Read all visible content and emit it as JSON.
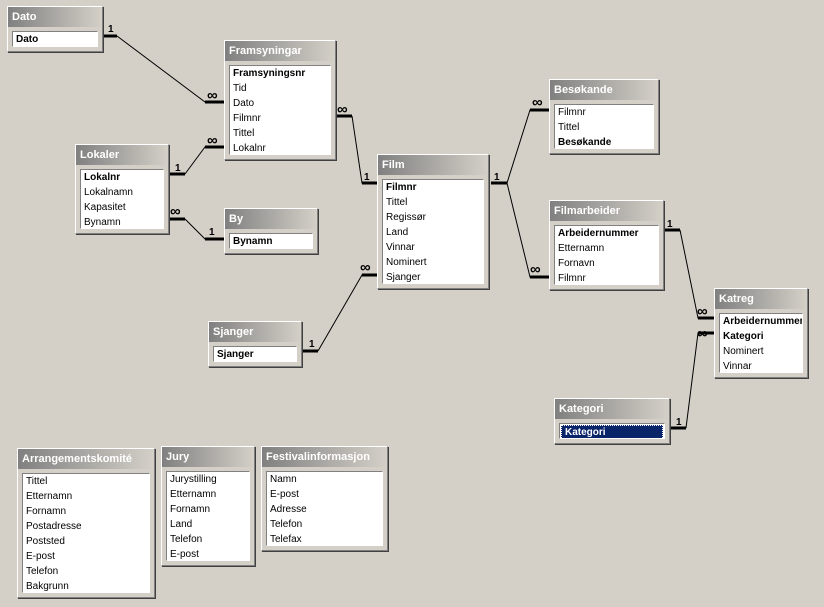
{
  "relation_labels": {
    "one": "1",
    "many": "∞"
  },
  "tables": {
    "dato": {
      "title": "Dato",
      "fields": [
        {
          "name": "Dato",
          "key": true
        }
      ]
    },
    "framsyningar": {
      "title": "Framsyningar",
      "fields": [
        {
          "name": "Framsyningsnr",
          "key": true
        },
        {
          "name": "Tid",
          "key": false
        },
        {
          "name": "Dato",
          "key": false
        },
        {
          "name": "Filmnr",
          "key": false
        },
        {
          "name": "Tittel",
          "key": false
        },
        {
          "name": "Lokalnr",
          "key": false
        }
      ]
    },
    "lokaler": {
      "title": "Lokaler",
      "fields": [
        {
          "name": "Lokalnr",
          "key": true
        },
        {
          "name": "Lokalnamn",
          "key": false
        },
        {
          "name": "Kapasitet",
          "key": false
        },
        {
          "name": "Bynamn",
          "key": false
        }
      ]
    },
    "by": {
      "title": "By",
      "fields": [
        {
          "name": "Bynamn",
          "key": true
        }
      ]
    },
    "film": {
      "title": "Film",
      "fields": [
        {
          "name": "Filmnr",
          "key": true
        },
        {
          "name": "Tittel",
          "key": false
        },
        {
          "name": "Regissør",
          "key": false
        },
        {
          "name": "Land",
          "key": false
        },
        {
          "name": "Vinnar",
          "key": false
        },
        {
          "name": "Nominert",
          "key": false
        },
        {
          "name": "Sjanger",
          "key": false
        }
      ]
    },
    "sjanger": {
      "title": "Sjanger",
      "fields": [
        {
          "name": "Sjanger",
          "key": true
        }
      ]
    },
    "besokande": {
      "title": "Besøkande",
      "fields": [
        {
          "name": "Filmnr",
          "key": false
        },
        {
          "name": "Tittel",
          "key": false
        },
        {
          "name": "Besøkande",
          "key": true
        }
      ]
    },
    "filmarbeider": {
      "title": "Filmarbeider",
      "fields": [
        {
          "name": "Arbeidernummer",
          "key": true
        },
        {
          "name": "Etternamn",
          "key": false
        },
        {
          "name": "Fornavn",
          "key": false
        },
        {
          "name": "Filmnr",
          "key": false
        }
      ]
    },
    "katreg": {
      "title": "Katreg",
      "fields": [
        {
          "name": "Arbeidernummer",
          "key": true
        },
        {
          "name": "Kategori",
          "key": true
        },
        {
          "name": "Nominert",
          "key": false
        },
        {
          "name": "Vinnar",
          "key": false
        }
      ]
    },
    "kategori": {
      "title": "Kategori",
      "fields": [
        {
          "name": "Kategori",
          "key": true,
          "selected": true
        }
      ]
    },
    "arrangementskomite": {
      "title": "Arrangementskomité",
      "fields": [
        {
          "name": "Tittel",
          "key": false
        },
        {
          "name": "Etternamn",
          "key": false
        },
        {
          "name": "Fornamn",
          "key": false
        },
        {
          "name": "Postadresse",
          "key": false
        },
        {
          "name": "Poststed",
          "key": false
        },
        {
          "name": "E-post",
          "key": false
        },
        {
          "name": "Telefon",
          "key": false
        },
        {
          "name": "Bakgrunn",
          "key": false
        }
      ]
    },
    "jury": {
      "title": "Jury",
      "fields": [
        {
          "name": "Jurystilling",
          "key": false
        },
        {
          "name": "Etternamn",
          "key": false
        },
        {
          "name": "Fornamn",
          "key": false
        },
        {
          "name": "Land",
          "key": false
        },
        {
          "name": "Telefon",
          "key": false
        },
        {
          "name": "E-post",
          "key": false
        }
      ]
    },
    "festivalinformasjon": {
      "title": "Festivalinformasjon",
      "fields": [
        {
          "name": "Namn",
          "key": false
        },
        {
          "name": "E-post",
          "key": false
        },
        {
          "name": "Adresse",
          "key": false
        },
        {
          "name": "Telefon",
          "key": false
        },
        {
          "name": "Telefax",
          "key": false
        }
      ]
    }
  }
}
